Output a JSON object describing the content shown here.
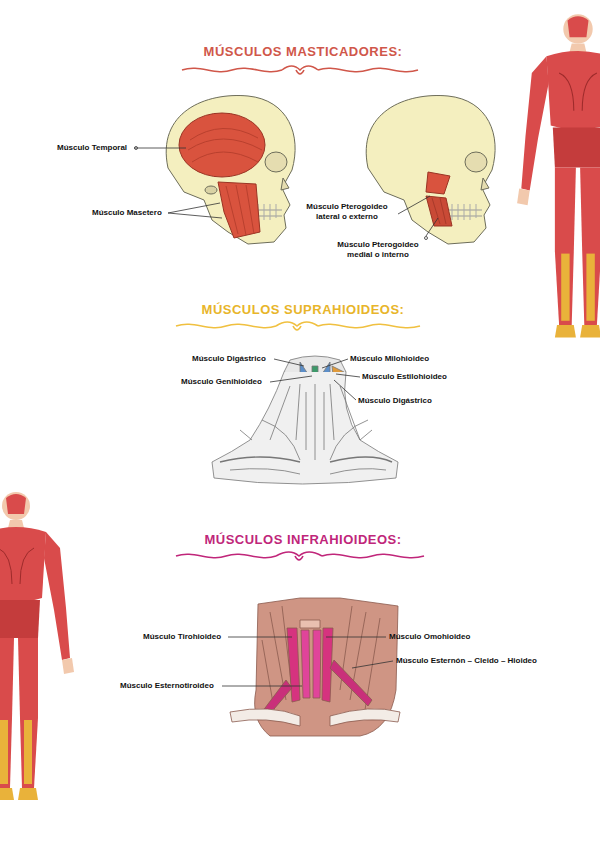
{
  "diagram": {
    "labels": [
      "MÚSCULOS MASTICADORES:",
      "Músculo Temporal",
      "Músculo Masetero",
      "Músculo Pterogoideo lateral o externo",
      "Músculo Pterogoideo medial o interno",
      "MÚSCULOS SUPRAHIOIDEOS:",
      "Músculo Digástrico",
      "Músculo Milohioideo",
      "Músculo Genihioideo",
      "Músculo Estilohioideo",
      "Músculo Digástrico",
      "MÚSCULOS INFRAHIOIDEOS:",
      "Músculo Tirohioideo",
      "Músculo Omohioideo",
      "Músculo Esternón – Cleido – Hioideo",
      "Músculo Esternotiroideo"
    ]
  }
}
